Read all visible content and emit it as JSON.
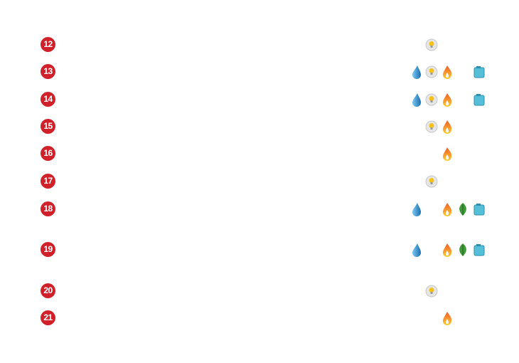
{
  "rows": [
    {
      "number": "12",
      "icons": [
        "bulb"
      ]
    },
    {
      "number": "13",
      "icons": [
        "water",
        "bulb",
        "fire",
        "box"
      ]
    },
    {
      "number": "14",
      "icons": [
        "water",
        "bulb",
        "fire",
        "box"
      ]
    },
    {
      "number": "15",
      "icons": [
        "bulb",
        "fire"
      ]
    },
    {
      "number": "16",
      "icons": [
        "fire"
      ]
    },
    {
      "number": "17",
      "icons": [
        "bulb"
      ]
    },
    {
      "number": "18",
      "icons": [
        "water",
        "fire",
        "leaf",
        "box"
      ]
    },
    {
      "number": "19",
      "icons": [
        "water",
        "fire",
        "leaf",
        "box"
      ]
    },
    {
      "number": "20",
      "icons": [
        "bulb"
      ]
    },
    {
      "number": "21",
      "icons": [
        "fire"
      ]
    }
  ],
  "colors": {
    "badge": "#d0202a",
    "water": "#2a8fd0",
    "fire": "#f29a1f",
    "leaf": "#3f9a3a",
    "box": "#55bfd8"
  }
}
